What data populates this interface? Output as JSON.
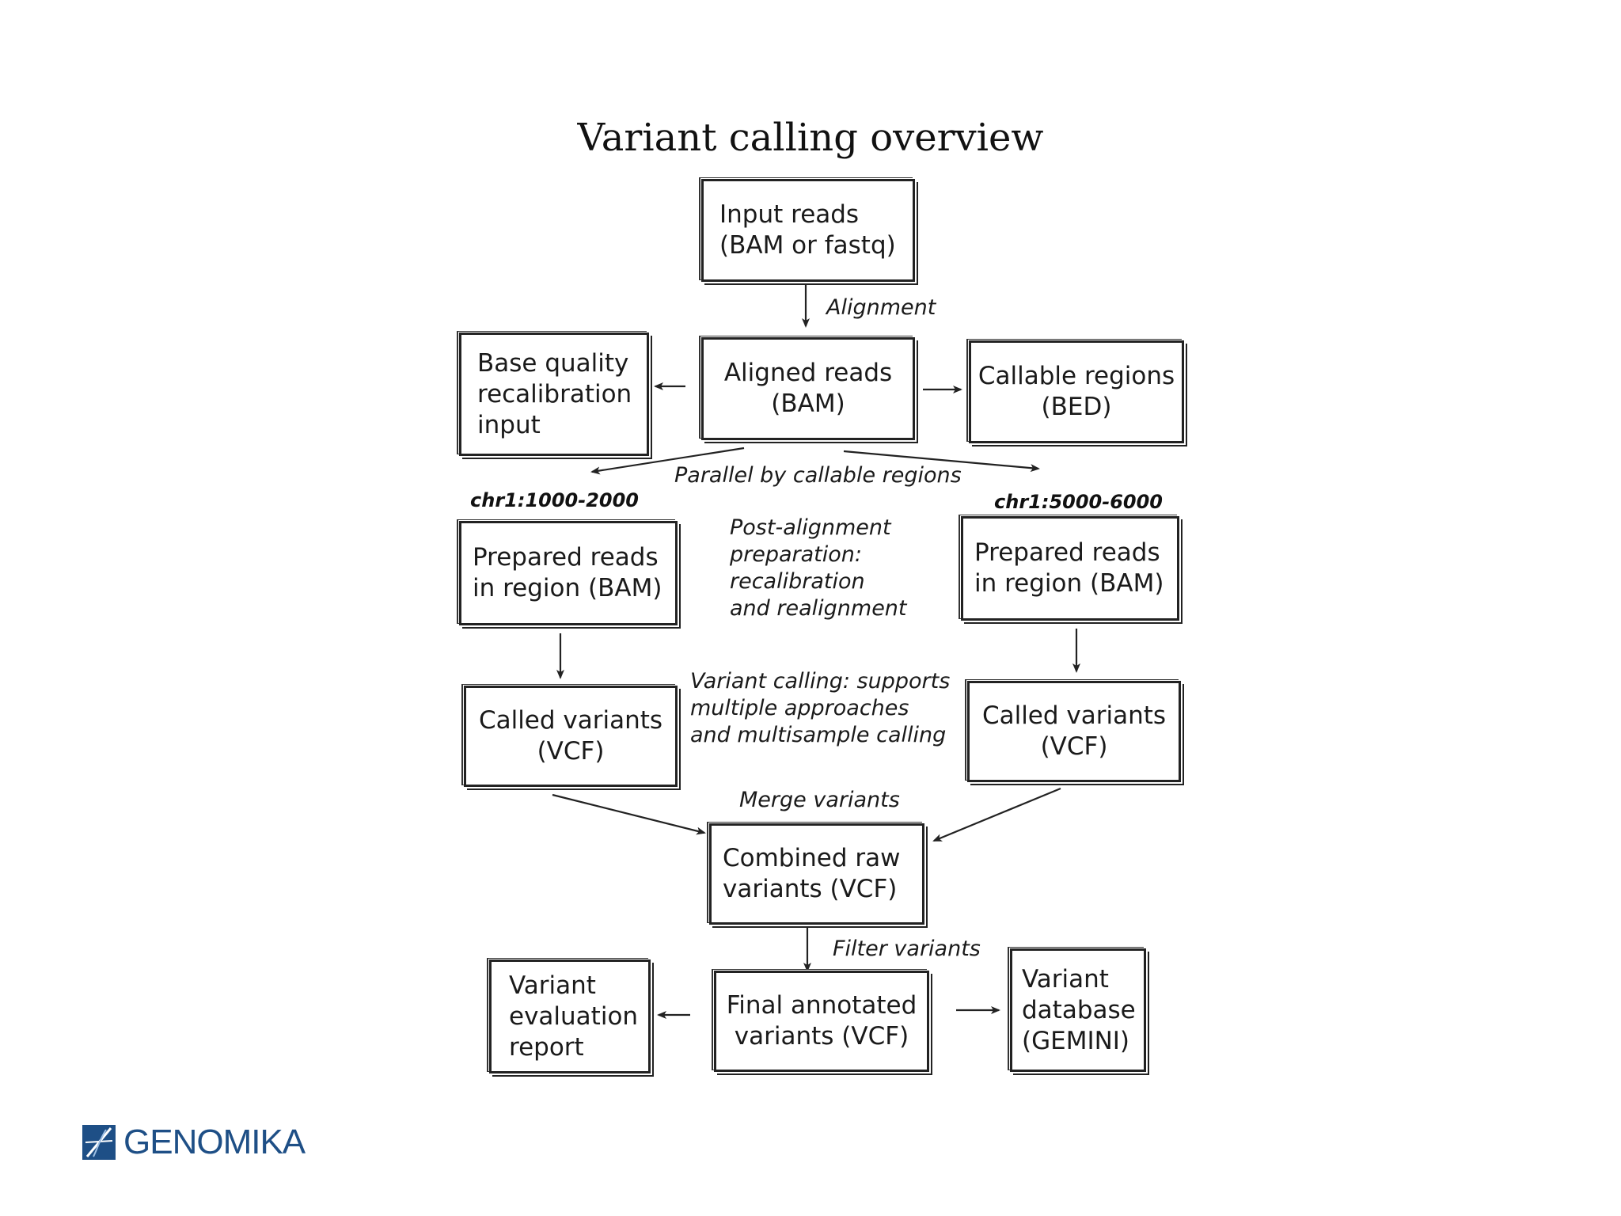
{
  "title": "Variant calling overview",
  "nodes": {
    "input_reads": "Input reads\n(BAM or fastq)",
    "aligned_reads": "Aligned reads\n(BAM)",
    "bqsr_input": "Base quality\nrecalibration\ninput",
    "callable_regions": "Callable regions\n(BED)",
    "prepared_left": "Prepared reads\nin region (BAM)",
    "prepared_right": "Prepared reads\nin region (BAM)",
    "called_left": "Called variants\n(VCF)",
    "called_right": "Called variants\n(VCF)",
    "combined": "Combined raw\nvariants (VCF)",
    "final": "Final annotated\nvariants (VCF)",
    "report": "Variant\nevaluation\nreport",
    "database": "Variant\ndatabase\n(GEMINI)"
  },
  "labels": {
    "alignment": "Alignment",
    "parallel": "Parallel by callable regions",
    "post_alignment": "Post-alignment\npreparation:\nrecalibration\nand realignment",
    "variant_calling": "Variant calling: supports\nmultiple approaches\nand multisample calling",
    "merge": "Merge variants",
    "filter": "Filter variants"
  },
  "regions": {
    "left": "chr1:1000-2000",
    "right": "chr1:5000-6000"
  },
  "brand": {
    "name": "GENOMIKA",
    "color": "#1e4f86",
    "icon": "genomika-logo-mark"
  }
}
